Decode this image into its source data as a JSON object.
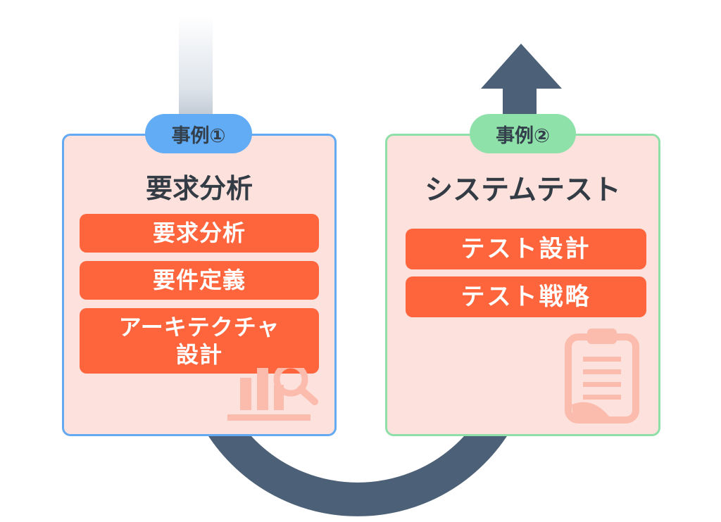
{
  "colors": {
    "arrow": "#4c6077",
    "card_fill": "#fde1dc",
    "item_fill": "#ff653d",
    "case1_accent": "#64a9f3",
    "case2_accent": "#8fdfa8",
    "watermark": "#fbbcad"
  },
  "cases": [
    {
      "badge": "事例①",
      "title": "要求分析",
      "items": [
        "要求分析",
        "要件定義",
        "アーキテクチャ\n設計"
      ],
      "icon": "analysis-magnifier-icon"
    },
    {
      "badge": "事例②",
      "title": "システムテスト",
      "items": [
        "テスト設計",
        "テスト戦略"
      ],
      "icon": "clipboard-icon"
    }
  ]
}
